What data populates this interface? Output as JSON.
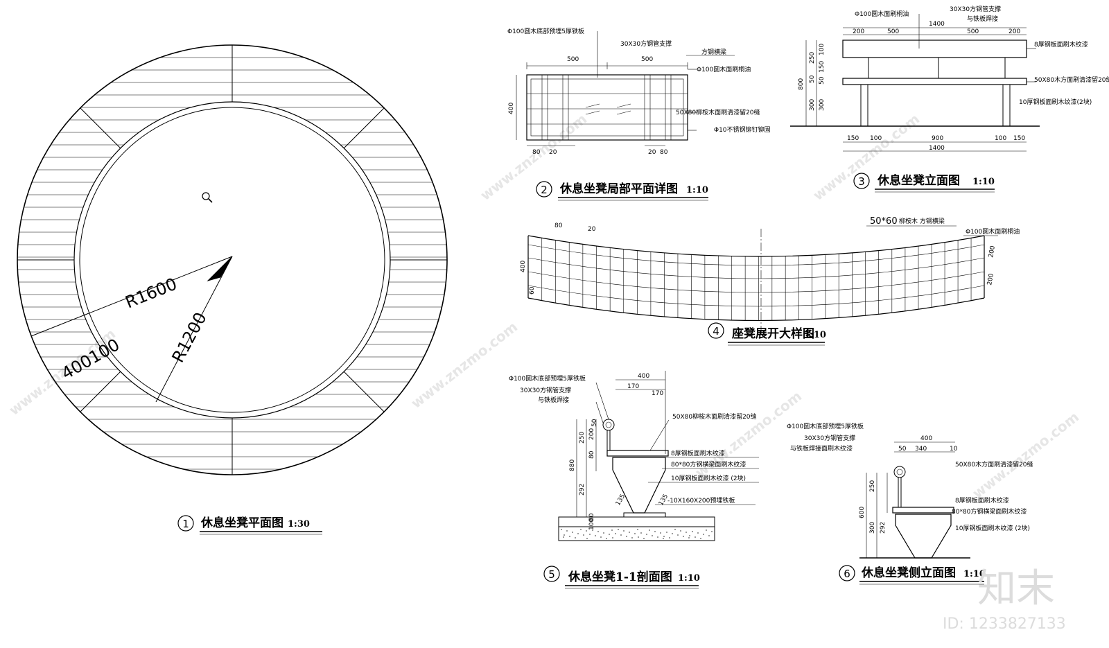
{
  "views": {
    "plan": {
      "number": "1",
      "title": "休息坐凳平面图",
      "scale": "1:30",
      "radius_outer": "R1600",
      "radius_inner": "R1200",
      "width_label": "400100"
    },
    "detail": {
      "number": "2",
      "title": "休息坐凳局部平面详图",
      "scale": "1:10"
    },
    "elevation": {
      "number": "3",
      "title": "休息坐凳立面图",
      "scale": "1:10"
    },
    "unfold": {
      "number": "4",
      "title": "座凳展开大样图",
      "scale": "1:10"
    },
    "section": {
      "number": "5",
      "title": "休息坐凳1-1剖面图",
      "scale": "1:10"
    },
    "side": {
      "number": "6",
      "title": "休息坐凳侧立面图",
      "scale": "1:10"
    }
  },
  "notes": {
    "d_a": "Φ100圆木底部预埋5厚铁板",
    "d_b": "30X30方钢管支撑",
    "d_c": "方钢横梁",
    "d_d": "Φ100圆木面刷桐油",
    "d_e": "50X80柳桉木面刷清漆留20缝",
    "d_f": "Φ10不锈钢铆钉铆固",
    "e_a": "Φ100圆木面刷桐油",
    "e_b": "30X30方钢管支撑",
    "e_c": "与铁板焊接",
    "e_d": "8厚钢板面刷木纹漆",
    "e_e": "50X80木方面刷清漆留20缝",
    "e_f": "10厚钢板面刷木纹漆(2块)",
    "u_a": "50*60",
    "u_b": "柳桉木  方钢横梁",
    "u_c": "Φ100圆木面刷桐油",
    "s_a": "Φ100圆木底部预埋5厚铁板",
    "s_b": "30X30方钢管支撑",
    "s_c": "与铁板焊接",
    "s_d": "50X80柳桉木面刷清漆留20缝",
    "s_e": "8厚钢板面刷木纹漆",
    "s_f": "80*80方钢横梁面刷木纹漆",
    "s_g": "10厚钢板面刷木纹漆 (2块)",
    "s_h": "-10X160X200预埋铁板",
    "f_a": "Φ100圆木底部预埋5厚铁板",
    "f_b": "30X30方钢管支撑",
    "f_c": "与铁板焊接面刷木纹漆",
    "f_d": "50X80木方面刷清漆留20缝",
    "f_e": "8厚钢板面刷木纹漆",
    "f_f": "80*80方钢横梁面刷木纹漆",
    "f_g": "10厚钢板面刷木纹漆 (2块)"
  },
  "dims": {
    "d500": "500",
    "d400": "400",
    "d80": "80",
    "d20": "20",
    "e1400": "1400",
    "e200": "200",
    "e500": "500",
    "e800": "800",
    "e250": "250",
    "e50": "50",
    "e300": "300",
    "e150": "150",
    "e100": "100",
    "e900": "900",
    "u80": "80",
    "u20": "20",
    "u400": "400",
    "u60": "60",
    "u200": "200",
    "s400": "400",
    "s170": "170",
    "s880": "880",
    "s250": "250",
    "s200": "200",
    "s80": "80",
    "s50": "50",
    "s292": "292",
    "s100": "100",
    "s135": "135",
    "f400": "400",
    "f50": "50",
    "f340": "340",
    "f10": "10",
    "f600": "600",
    "f250": "250",
    "f300": "300",
    "f292": "292"
  },
  "watermark": {
    "site": "www.znzmo.com",
    "brand": "知末",
    "id": "ID: 1233827133"
  }
}
